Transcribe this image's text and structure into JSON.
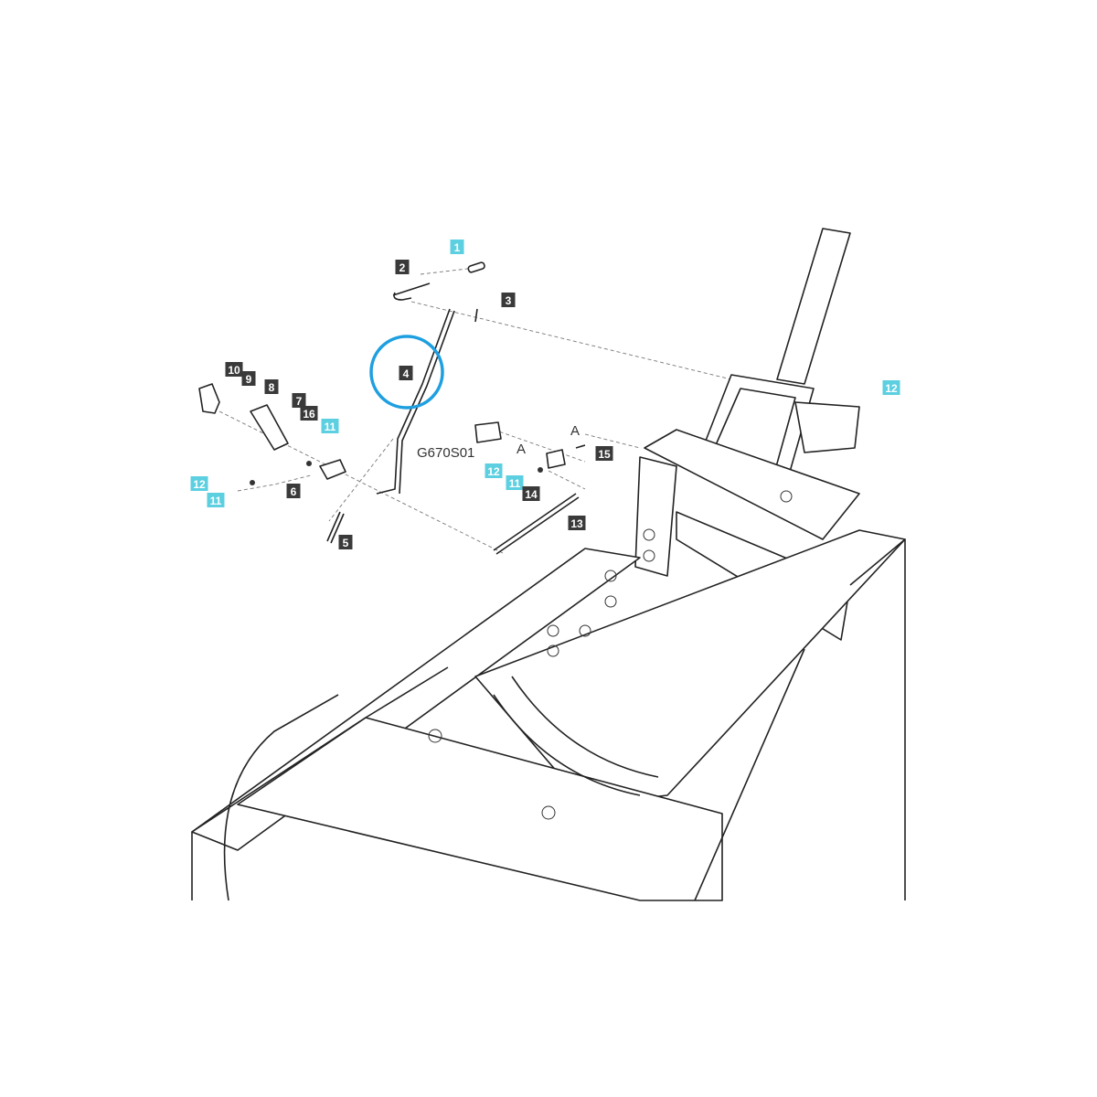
{
  "diagram": {
    "colors": {
      "callout_dark": "#3a3a3a",
      "callout_highlight": "#5ccfe0",
      "highlight_circle": "#1e9fe0",
      "line": "#222222"
    },
    "callouts": [
      {
        "text": "1",
        "style": "highlight"
      },
      {
        "text": "2",
        "style": "dark"
      },
      {
        "text": "3",
        "style": "dark"
      },
      {
        "text": "4",
        "style": "dark"
      },
      {
        "text": "5",
        "style": "dark"
      },
      {
        "text": "6",
        "style": "dark"
      },
      {
        "text": "7",
        "style": "dark"
      },
      {
        "text": "8",
        "style": "dark"
      },
      {
        "text": "9",
        "style": "dark"
      },
      {
        "text": "10",
        "style": "dark"
      },
      {
        "text": "11",
        "style": "highlight"
      },
      {
        "text": "16",
        "style": "dark"
      },
      {
        "text": "12",
        "style": "highlight"
      },
      {
        "text": "11",
        "style": "highlight"
      },
      {
        "text": "12",
        "style": "highlight"
      },
      {
        "text": "11",
        "style": "highlight"
      },
      {
        "text": "14",
        "style": "dark"
      },
      {
        "text": "15",
        "style": "dark"
      },
      {
        "text": "13",
        "style": "dark"
      },
      {
        "text": "12",
        "style": "highlight"
      }
    ],
    "reference_code": "G670S01",
    "connector_marks": [
      "A",
      "A"
    ],
    "highlighted_part": "4"
  }
}
